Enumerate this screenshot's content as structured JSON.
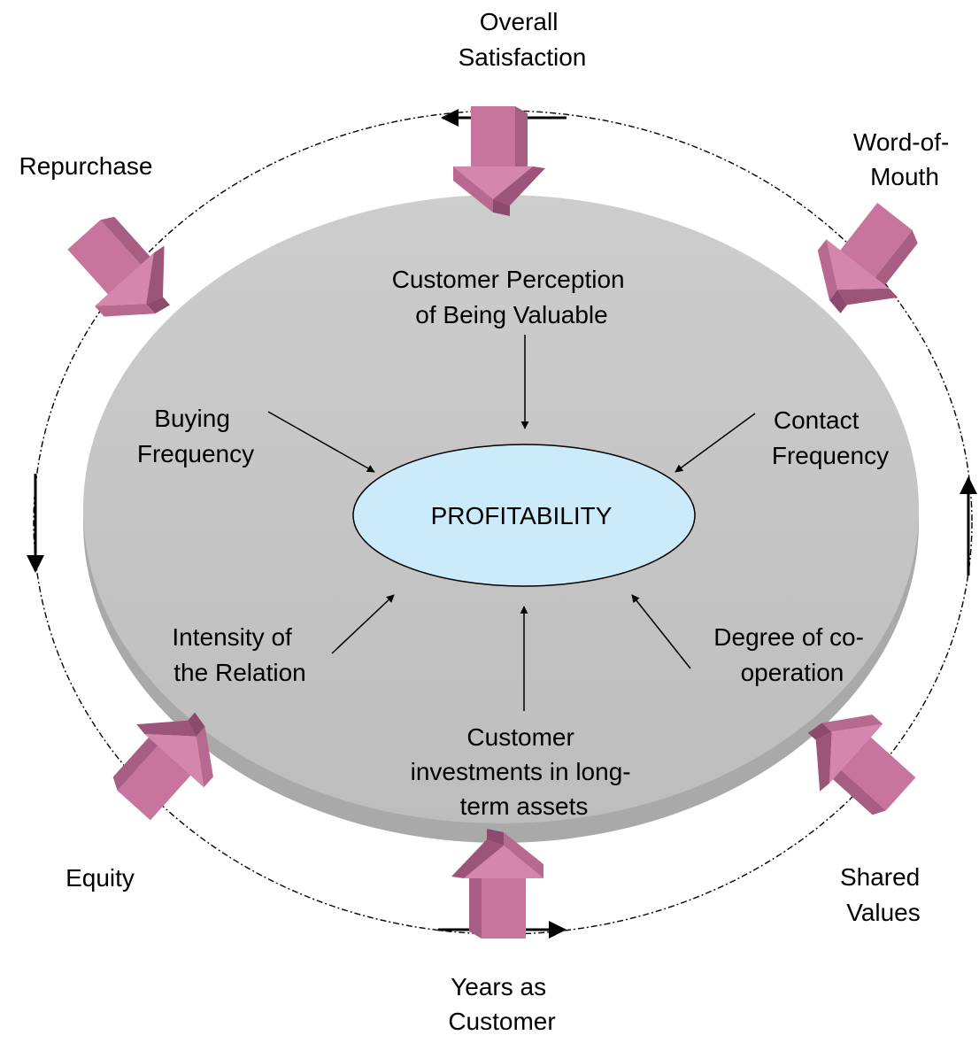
{
  "center": {
    "label": "PROFITABILITY",
    "fill": "#CCEBFA"
  },
  "disc_color": "#C0C0C0",
  "arrow_color": "#C8759E",
  "inner_factors": {
    "perception": [
      "Customer Perception",
      "of Being Valuable"
    ],
    "buying": [
      "Buying",
      "Frequency"
    ],
    "contact": [
      "Contact",
      "Frequency"
    ],
    "intensity": [
      "Intensity of",
      "the Relation"
    ],
    "cooperation": [
      "Degree of co-",
      "operation"
    ],
    "investments": [
      "Customer",
      "investments in long-",
      "term assets"
    ]
  },
  "outer_factors": {
    "satisfaction": [
      "Overall",
      "Satisfaction"
    ],
    "repurchase": [
      "Repurchase"
    ],
    "word_of_mouth": [
      "Word-of-",
      "Mouth"
    ],
    "equity": [
      "Equity"
    ],
    "shared_values": [
      "Shared",
      "Values"
    ],
    "years": [
      "Years as",
      "Customer"
    ]
  }
}
